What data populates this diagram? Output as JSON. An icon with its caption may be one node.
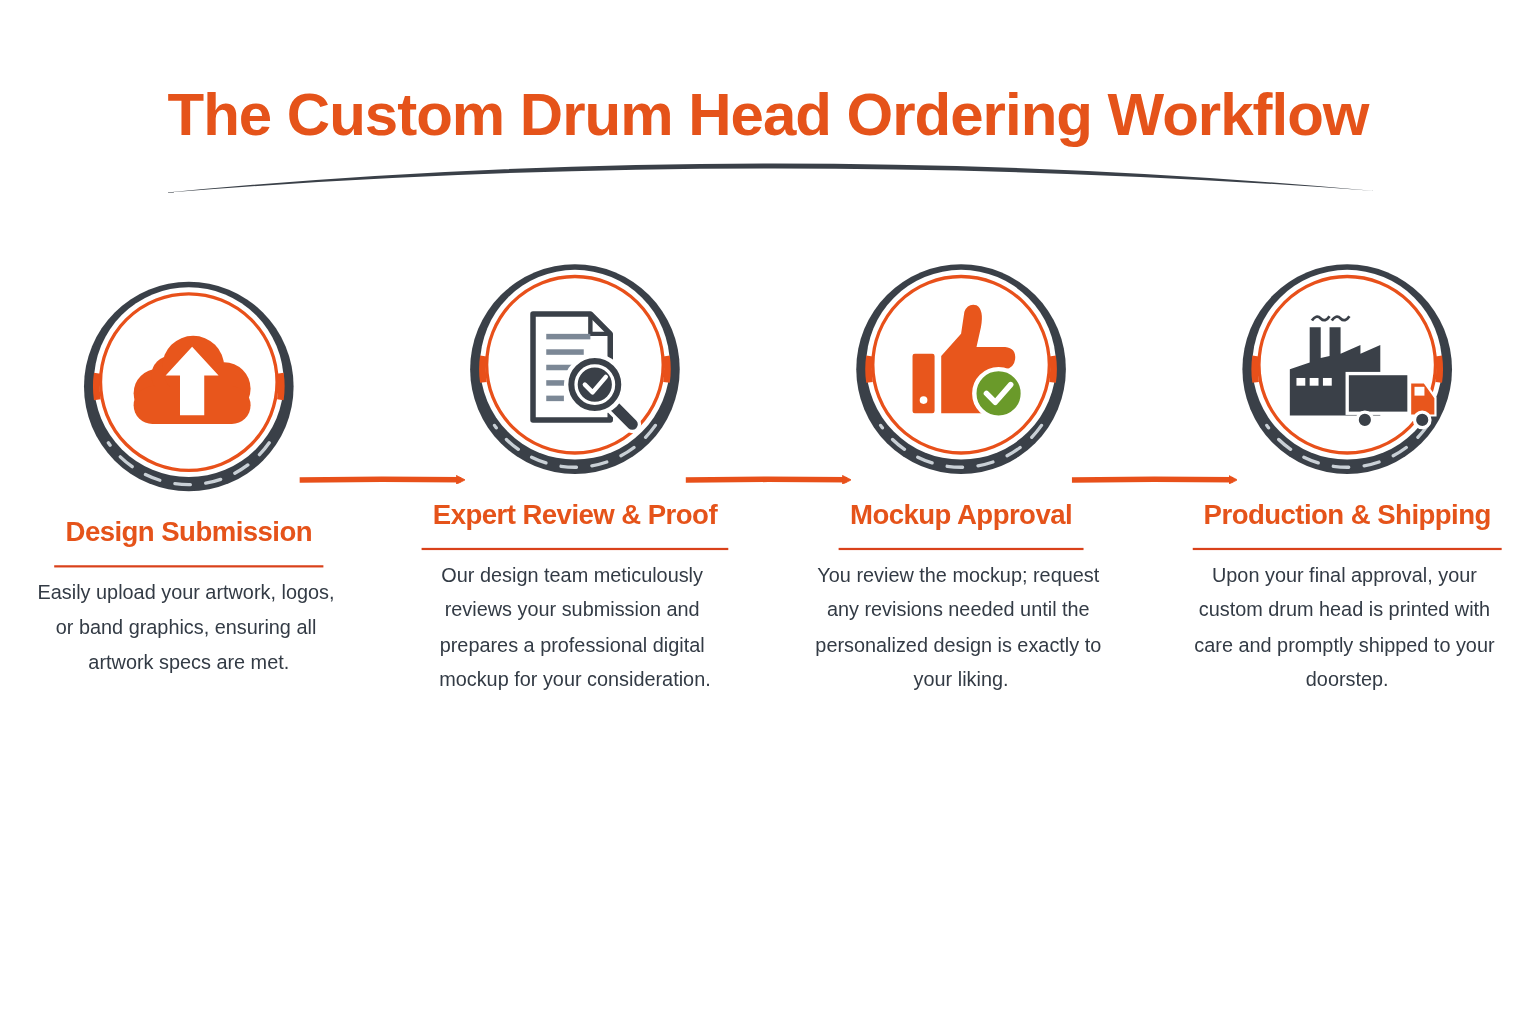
{
  "diagram": {
    "title": "The Custom Drum Head Ordering Workflow",
    "nodes": [
      {
        "text": [
          "Design Submission",
          "Easily upload your artwork, logos, or band graphics, ensuring all artwork specs are met."
        ]
      },
      {
        "text": [
          "Expert Review & Proof",
          "Our design team meticulously reviews your submission and prepares a professional digital mockup for your consideration."
        ]
      },
      {
        "text": [
          "Mockup Approval",
          "You review the mockup; request any revisions needed until the personalized design is exactly to your liking."
        ]
      },
      {
        "text": [
          "Production & Shipping",
          "Upon your final approval, your custom drum head is printed with care and promptly shipped to your doorstep."
        ]
      }
    ],
    "edges": [
      {
        "from": 0,
        "to": 1,
        "arrow": "to"
      },
      {
        "from": 1,
        "to": 2,
        "arrow": "to"
      },
      {
        "from": 2,
        "to": 3,
        "arrow": "to"
      }
    ]
  }
}
